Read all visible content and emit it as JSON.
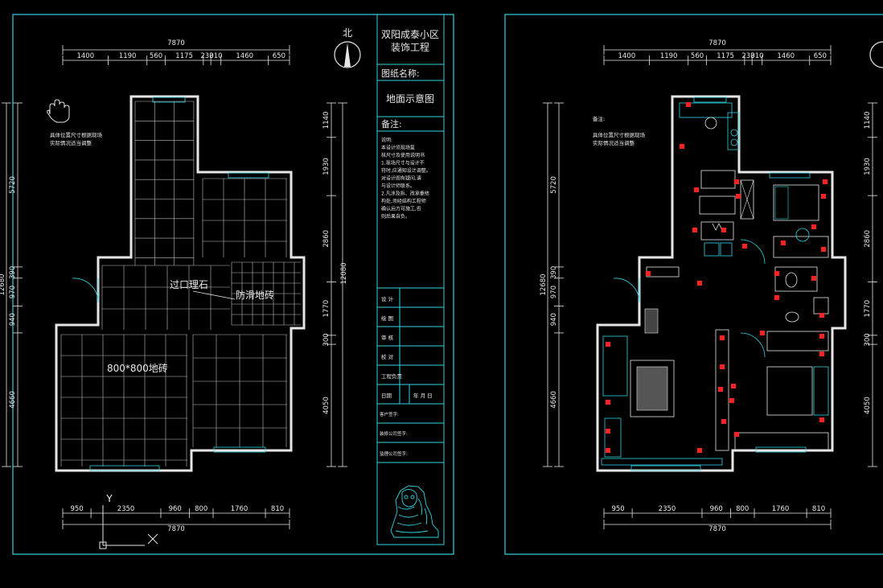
{
  "colors": {
    "background": "#000000",
    "frame": "#2fd4e0",
    "wall": "#e6e6e6",
    "dimension": "#e6e6e6",
    "socket": "#ff2020",
    "label": "#e8e8e8"
  },
  "title_block": {
    "project": [
      "双阳成泰小区",
      "装饰工程"
    ],
    "drawing_name_label": "图纸名称:",
    "drawing_name": "地面示意图",
    "remarks_label": "备注:",
    "notes": [
      "说明:",
      "本设计须现场复",
      "核尺寸及使用说明书",
      "1.现场尺寸与设计不",
      "符时,应通知设计调整。",
      "对设计图有疑问,请",
      "与设计师联系。",
      "2.凡涉及拆、改承重结",
      "构处,须经结构工程师",
      "确认后方可施工,否",
      "则后果自负。"
    ],
    "rows": [
      "设 计",
      "绘 图",
      "审 核",
      "校 对",
      "工程负责",
      "日期"
    ],
    "date_value": "年  月  日",
    "signatures": [
      "客户签字:",
      "装修公司签字:",
      "监理公司签字:"
    ]
  },
  "plan_left": {
    "north_mark": "北",
    "top_total": "7870",
    "top_segments": [
      "1400",
      "1190",
      "560",
      "1175",
      "230",
      "310",
      "1460",
      "650"
    ],
    "bottom_segments": [
      "950",
      "2350",
      "960",
      "800",
      "1760",
      "810"
    ],
    "bottom_total": "7870",
    "left_segments": [
      "5720",
      "390",
      "970",
      "940",
      "4660"
    ],
    "left_total": "12680",
    "right_segments": [
      "1140",
      "1930",
      "2860",
      "1770",
      "300",
      "4050"
    ],
    "right_total": "12080",
    "note": [
      "具体位置尺寸根据现场",
      "实际情况适当调整"
    ],
    "labels": {
      "marble": "过口理石",
      "antislip": "防滑地砖",
      "tile": "800*800地砖"
    },
    "axis_y": "Y",
    "axis_x": "X"
  },
  "plan_right": {
    "top_total": "7870",
    "top_segments": [
      "1400",
      "1190",
      "560",
      "1175",
      "230",
      "310",
      "1460",
      "650"
    ],
    "bottom_segments": [
      "950",
      "2350",
      "960",
      "800",
      "1760",
      "810"
    ],
    "bottom_total": "7870",
    "left_segments": [
      "5720",
      "390",
      "970",
      "940",
      "4660"
    ],
    "left_total": "12680",
    "right_segments": [
      "1140",
      "1930",
      "2860",
      "1770",
      "300",
      "4050"
    ],
    "note_title": "备注:",
    "note": [
      "具体位置尺寸根据现场",
      "实际情况适当调整"
    ]
  }
}
